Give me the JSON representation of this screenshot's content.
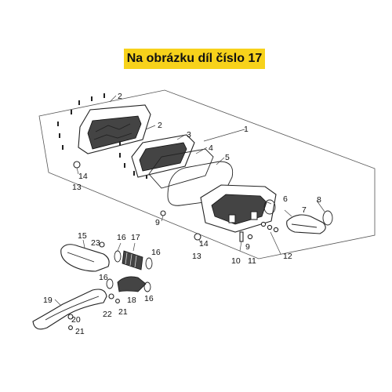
{
  "banner": {
    "text": "Na obrázku díl číslo 17",
    "color": "#f7d21b"
  },
  "callouts": [
    "1",
    "2",
    "2",
    "3",
    "4",
    "5",
    "6",
    "7",
    "8",
    "9",
    "9",
    "10",
    "11",
    "12",
    "13",
    "13",
    "14",
    "14",
    "15",
    "16",
    "16",
    "16",
    "16",
    "17",
    "18",
    "19",
    "20",
    "21",
    "21",
    "22",
    "23"
  ]
}
